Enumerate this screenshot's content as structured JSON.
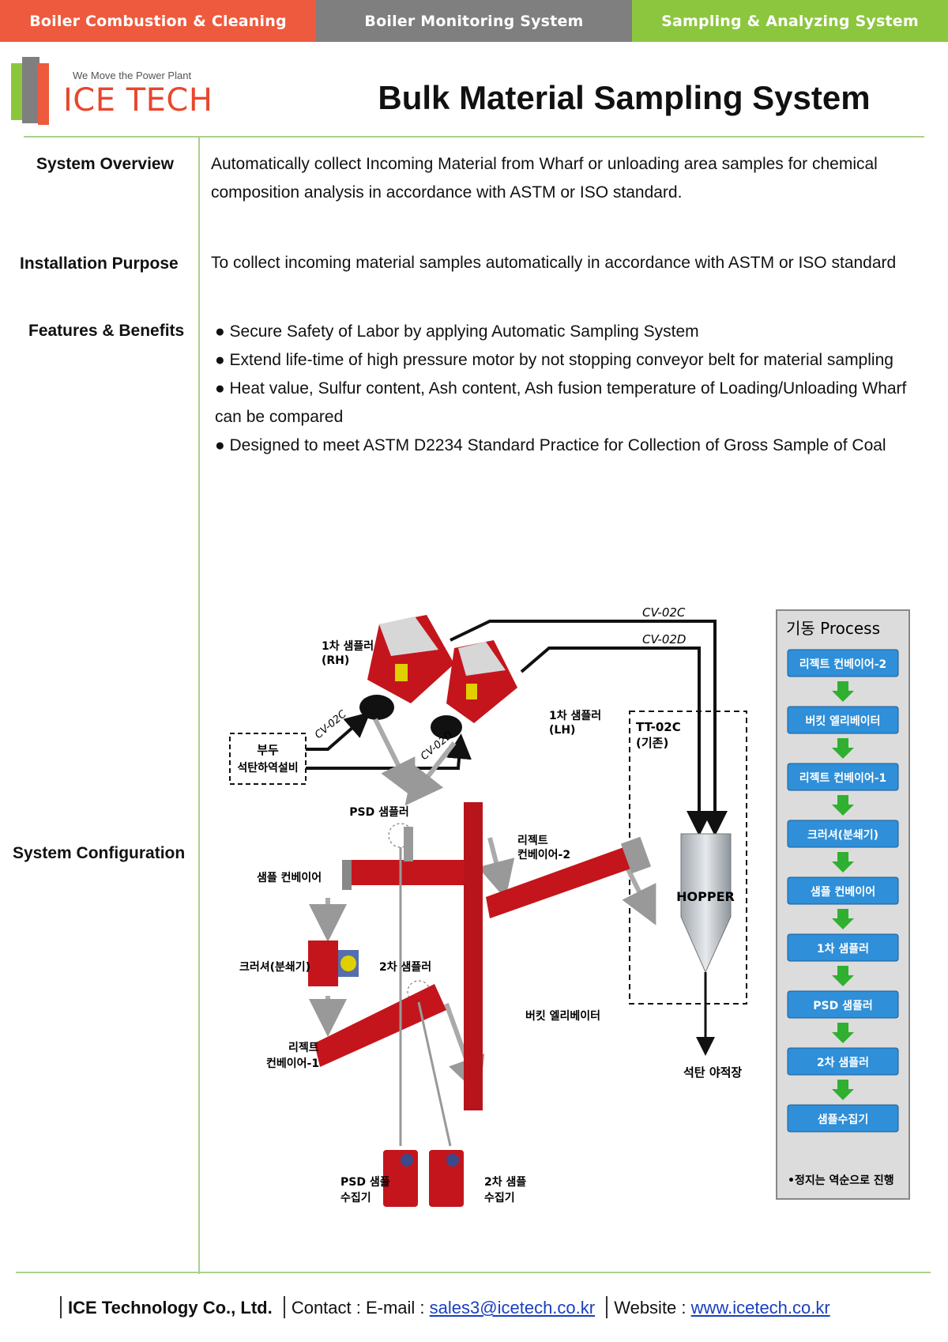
{
  "tabs": [
    "Boiler Combustion & Cleaning",
    "Boiler Monitoring System",
    "Sampling & Analyzing System"
  ],
  "logo": {
    "tagline": "We Move the Power Plant",
    "brand": "ICE TECH"
  },
  "title": "Bulk Material Sampling System",
  "sections": {
    "overview_label": "System Overview",
    "overview_text": "Automatically collect Incoming Material from Wharf or unloading area samples for chemical composition analysis in accordance with ASTM or ISO standard.",
    "purpose_label": "Installation Purpose",
    "purpose_text": "To collect incoming material samples automatically in accordance with ASTM or ISO standard",
    "features_label": "Features & Benefits",
    "features": [
      "● Secure Safety of Labor by applying Automatic Sampling System",
      "● Extend life-time of high pressure motor by not stopping conveyor belt for material sampling",
      "● Heat value, Sulfur content, Ash content,  Ash fusion temperature of Loading/Unloading Wharf can be compared",
      "● Designed to meet ASTM D2234 Standard Practice for Collection of Gross Sample of Coal"
    ],
    "config_label": "System Configuration"
  },
  "diagram": {
    "cv02c": "CV-02C",
    "cv02d": "CV-02D",
    "sampler1_rh": [
      "1차 샘플러",
      "(RH)"
    ],
    "sampler1_lh": [
      "1차 샘플러",
      "(LH)"
    ],
    "tt02c": [
      "TT-02C",
      "(기존)"
    ],
    "wharf": [
      "부두",
      "석탄하역설비"
    ],
    "psd_sampler": "PSD 샘플러",
    "sample_conveyor": "샘플 컨베이어",
    "reject_conveyor2": [
      "리젝트",
      "컨베이어-2"
    ],
    "hopper": "HOPPER",
    "crusher": "크러셔(분쇄기)",
    "sampler2": "2차 샘플러",
    "bucket_elevator": "버킷 엘리베이터",
    "reject_conveyor1": [
      "리젝트",
      "컨베이어-1"
    ],
    "coal_yard": "석탄 야적장",
    "psd_collector": [
      "PSD 샘플",
      "수집기"
    ],
    "sample2_collector": [
      "2차 샘플",
      "수집기"
    ],
    "process_title": "기동 Process",
    "process_steps": [
      "리젝트 컨베이어-2",
      "버킷 엘리베이터",
      "리젝트 컨베이어-1",
      "크러셔(분쇄기)",
      "샘플 컨베이어",
      "1차 샘플러",
      "PSD 샘플러",
      "2차 샘플러",
      "샘플수집기"
    ],
    "process_note": "•정지는 역순으로 진행"
  },
  "footer": {
    "company": "ICE Technology Co., Ltd.",
    "contact_label": "Contact : E-mail : ",
    "email": "sales3@icetech.co.kr",
    "website_label": "Website : ",
    "website": "www.icetech.co.kr"
  }
}
